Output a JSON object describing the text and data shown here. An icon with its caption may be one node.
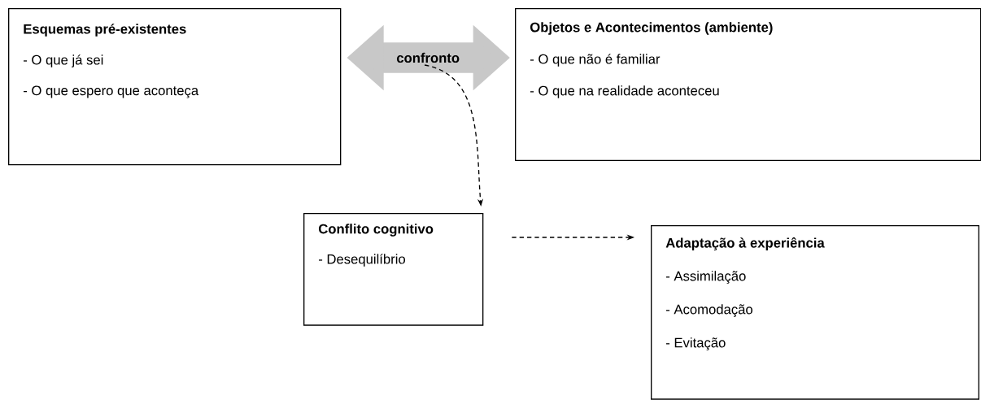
{
  "diagram": {
    "nodes": [
      {
        "text": [
          "Esquemas pré-existentes",
          "- O que já sei",
          "- O que espero que aconteça"
        ]
      },
      {
        "text": [
          "Objetos e Acontecimentos (ambiente)",
          "- O que não é familiar",
          "- O que na realidade aconteceu"
        ]
      },
      {
        "text": [
          "Conflito cognitivo",
          "- Desequilíbrio"
        ]
      },
      {
        "text": [
          "Adaptação à experiência",
          "- Assimilação",
          "- Acomodação",
          "- Evitação"
        ]
      }
    ],
    "edges": [
      {
        "from": 0,
        "to": 1,
        "arrow": "both",
        "label": "confronto",
        "style": "thick",
        "color": "#c8c8c8"
      },
      {
        "from": null,
        "to": 2,
        "arrow": "to",
        "style": "dashed"
      },
      {
        "from": 2,
        "to": 3,
        "arrow": "to",
        "style": "dashed"
      }
    ]
  }
}
